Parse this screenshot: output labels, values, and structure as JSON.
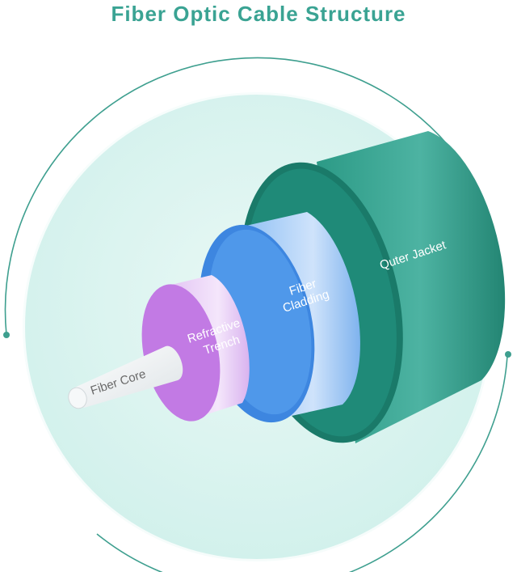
{
  "title": "Fiber Optic Cable Structure",
  "layers": {
    "jacket": "Quter Jacket",
    "cladding_line1": "Fiber",
    "cladding_line2": "Cladding",
    "trench_line1": "Refractive",
    "trench_line2": "Trench",
    "core": "Fiber Core"
  },
  "colors": {
    "title": "#3aa393",
    "ring": "#3e9f8f",
    "background_disc": "#dff5f1",
    "jacket": "#1f8a78",
    "cladding": "#4a93e8",
    "trench": "#c77de8",
    "core": "#eef1f3"
  }
}
